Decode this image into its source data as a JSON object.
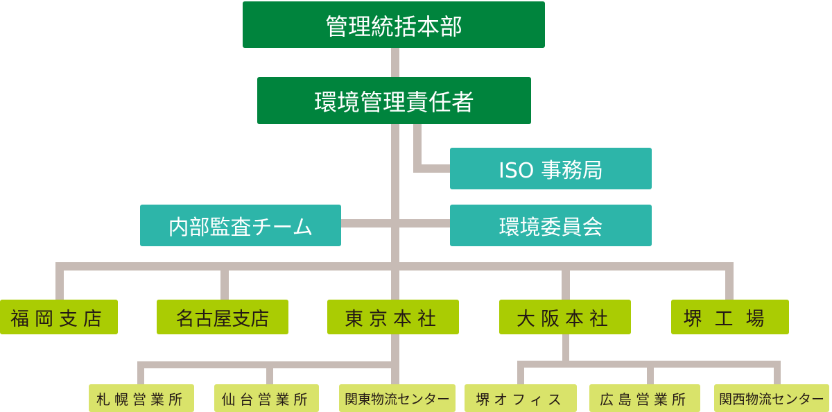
{
  "colors": {
    "headquarters": "#00843d",
    "committee": "#2db5a9",
    "branch": "#aacc03",
    "office": "#d9e36a",
    "connector": "#c7bbb5"
  },
  "top": {
    "headquarters": "管理統括本部",
    "manager": "環境管理責任者"
  },
  "staff": {
    "iso_office": "ISO 事務局",
    "internal_audit": "内部監査チーム",
    "env_committee": "環境委員会"
  },
  "branches": [
    {
      "label": "福岡支店"
    },
    {
      "label": "名古屋支店"
    },
    {
      "label": "東京本社"
    },
    {
      "label": "大阪本社"
    },
    {
      "label": "堺工場"
    }
  ],
  "tokyo_offices": [
    {
      "label": "札幌営業所"
    },
    {
      "label": "仙台営業所"
    },
    {
      "label": "関東物流センター"
    }
  ],
  "osaka_offices": [
    {
      "label": "堺オフィス"
    },
    {
      "label": "広島営業所"
    },
    {
      "label": "関西物流センター"
    }
  ]
}
